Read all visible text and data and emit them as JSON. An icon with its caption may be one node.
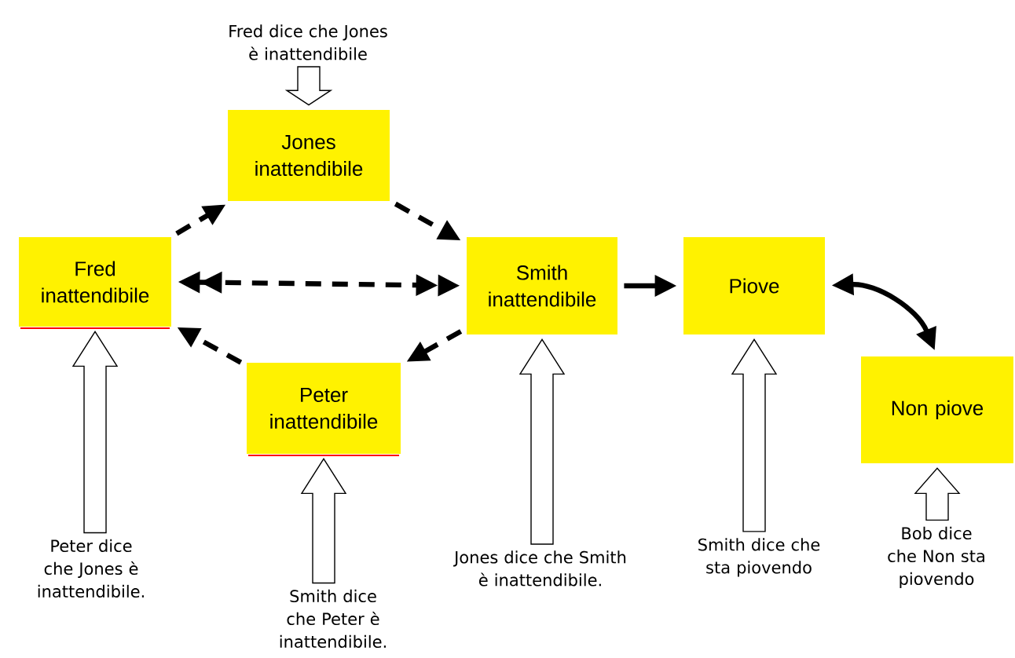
{
  "diagram": {
    "nodes": [
      {
        "text": [
          "Fred inattendibile"
        ]
      },
      {
        "text": [
          "Jones inattendibile"
        ]
      },
      {
        "text": [
          "Smith inattendibile"
        ]
      },
      {
        "text": [
          "Peter inattendibile"
        ]
      },
      {
        "text": [
          "Piove"
        ]
      },
      {
        "text": [
          "Non piove"
        ]
      },
      {
        "text": [
          "Fred dice che Jones è inattendibile"
        ]
      },
      {
        "text": [
          "Peter dice che Jones è inattendibile."
        ]
      },
      {
        "text": [
          "Smith dice che Peter è inattendibile."
        ]
      },
      {
        "text": [
          "Jones dice che Smith è inattendibile."
        ]
      },
      {
        "text": [
          "Smith dice che sta piovendo"
        ]
      },
      {
        "text": [
          "Bob dice che Non sta piovendo"
        ]
      }
    ],
    "edges": [
      {
        "from": 0,
        "to": 1,
        "arrow": "to",
        "style": "dashed"
      },
      {
        "from": 1,
        "to": 2,
        "arrow": "to",
        "style": "dashed"
      },
      {
        "from": 0,
        "to": 2,
        "arrow": "both",
        "style": "dashed"
      },
      {
        "from": 2,
        "to": 3,
        "arrow": "to",
        "style": "dashed"
      },
      {
        "from": 3,
        "to": 0,
        "arrow": "to",
        "style": "dashed"
      },
      {
        "from": 2,
        "to": 4,
        "arrow": "to"
      },
      {
        "from": 4,
        "to": 5,
        "arrow": "both"
      },
      {
        "from": 6,
        "to": 1,
        "arrow": "to"
      },
      {
        "from": 7,
        "to": 0,
        "arrow": "to"
      },
      {
        "from": 8,
        "to": 3,
        "arrow": "to"
      },
      {
        "from": 9,
        "to": 2,
        "arrow": "to"
      },
      {
        "from": 10,
        "to": 4,
        "arrow": "to"
      },
      {
        "from": 11,
        "to": 5,
        "arrow": "to"
      }
    ]
  }
}
